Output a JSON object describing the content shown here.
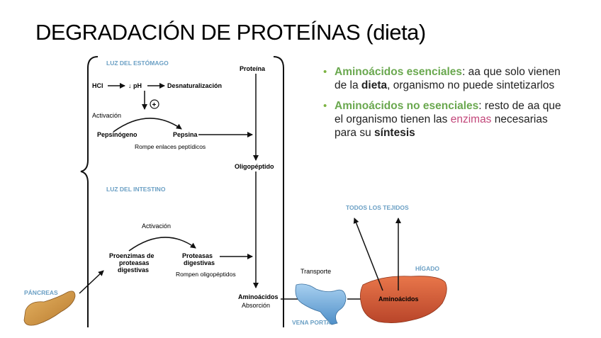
{
  "title": {
    "main": "DEGRADACIÓN DE PROTEÍNAS",
    "sub": "(dieta)"
  },
  "diagram": {
    "stomach_section": "LUZ DEL ESTÓMAGO",
    "hcl": "HCl",
    "ph": "↓ pH",
    "denaturation": "Desnaturalización",
    "plus": "+",
    "activation1": "Activación",
    "pepsinogen": "Pepsinógeno",
    "pepsin": "Pepsina",
    "pepsin_note": "Rompe enlaces peptídicos",
    "protein": "Proteína",
    "oligopeptide": "Oligopéptido",
    "intestine_section": "LUZ DEL INTESTINO",
    "activation2": "Activación",
    "proenzymes_l1": "Proenzimas de",
    "proenzymes_l2": "proteasas",
    "proenzymes_l3": "digestivas",
    "proteases_l1": "Proteasas",
    "proteases_l2": "digestivas",
    "proteases_note": "Rompen oligopéptidos",
    "pancreas": "PÁNCREAS",
    "amino_acids": "Aminoácidos",
    "absorption": "Absorción",
    "transport": "Transporte",
    "portal_vein": "VENA PORTA",
    "all_tissues": "TODOS LOS TEJIDOS",
    "liver": "HÍGADO",
    "liver_amino_acids": "Aminoácidos"
  },
  "bullets": {
    "b1_term": "Aminoácidos esenciales",
    "b1_text1": ": aa que solo vienen de la ",
    "b1_bold": "dieta",
    "b1_text2": ", organismo no puede sintetizarlos",
    "b2_term": "Aminoácidos no esenciales",
    "b2_text1": ": resto de aa que el organismo tienen las ",
    "b2_pink": "enzimas",
    "b2_text2": " necesarias para su ",
    "b2_bold": "síntesis"
  },
  "colors": {
    "green": "#6aa84f",
    "pink": "#c2477a",
    "section_blue": "#6a9fc4",
    "liver": "#d9603a",
    "vein": "#7fb4e0"
  }
}
